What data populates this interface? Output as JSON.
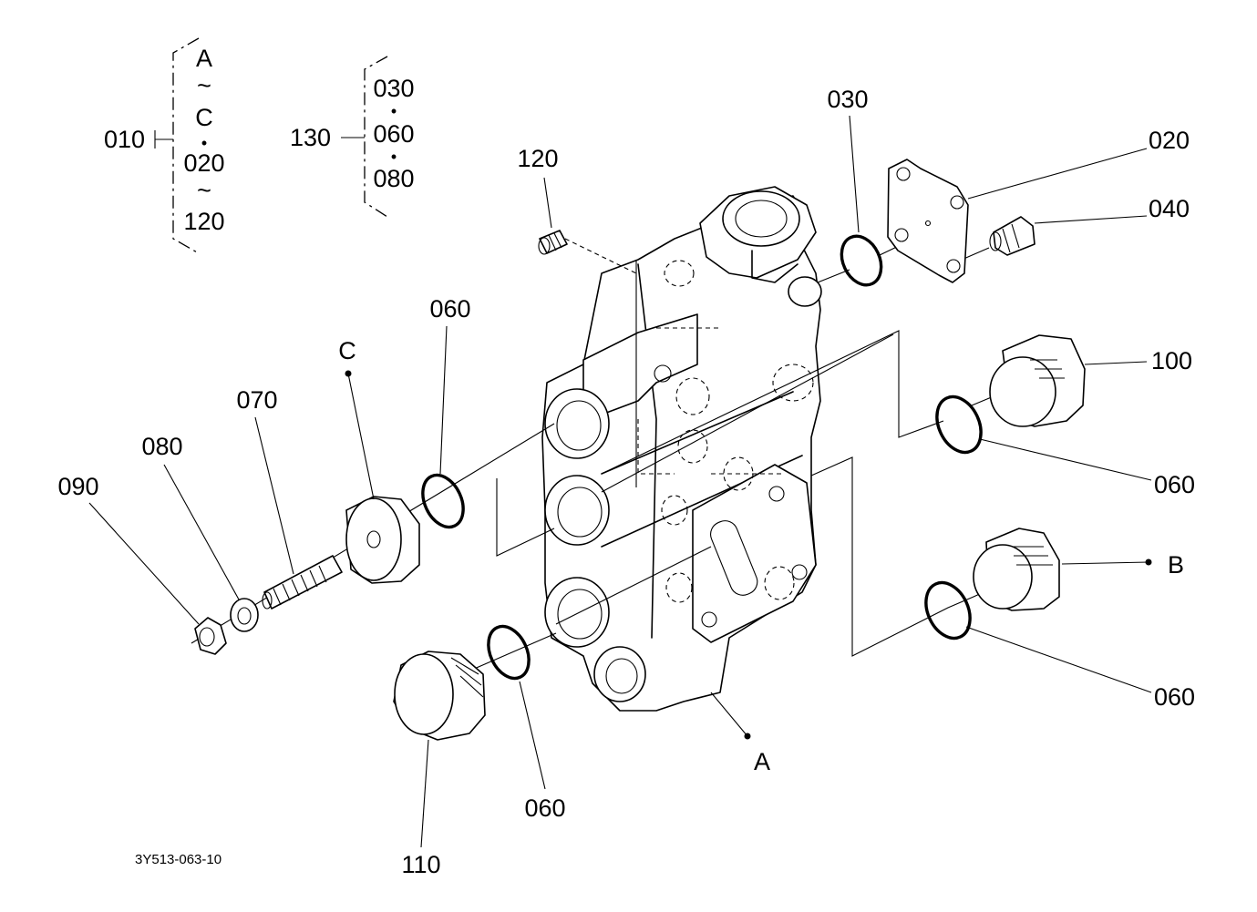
{
  "drawing_code": "3Y513-063-10",
  "groups": {
    "g010": {
      "id": "010",
      "lines": [
        "A",
        "~",
        "C",
        "•",
        "020",
        "~",
        "120"
      ]
    },
    "g130": {
      "id": "130",
      "lines": [
        "030",
        "•",
        "060",
        "•",
        "080"
      ]
    }
  },
  "callouts": {
    "c120": "120",
    "c030": "030",
    "c020": "020",
    "c040": "040",
    "c100": "100",
    "c060_upper_right": "060",
    "cB": "B",
    "c060_lower_right": "060",
    "cA": "A",
    "c060_bottom": "060",
    "c110": "110",
    "c060_left": "060",
    "cC": "C",
    "c070": "070",
    "c080": "080",
    "c090": "090"
  }
}
